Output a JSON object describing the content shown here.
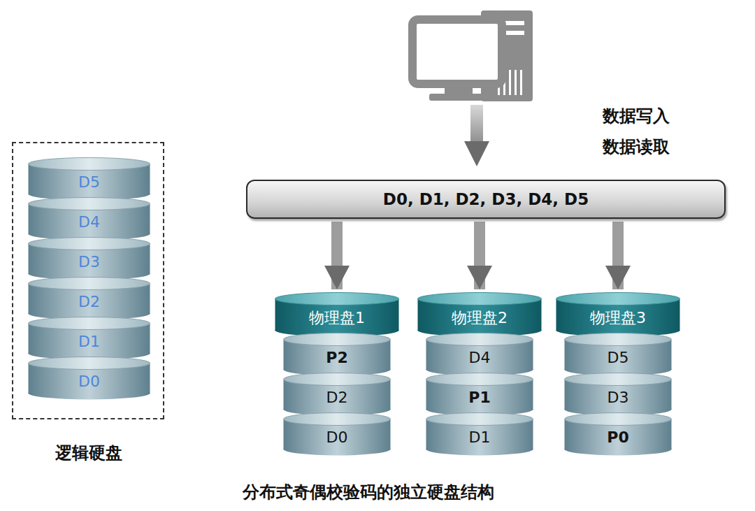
{
  "diagram": {
    "caption": "分布式奇偶校验码的独立硬盘结构",
    "nodes": [
      {
        "text": [
          "逻辑硬盘"
        ]
      },
      {
        "text": [
          "D5"
        ],
        "in": 0
      },
      {
        "text": [
          "D4"
        ],
        "in": 0
      },
      {
        "text": [
          "D3"
        ],
        "in": 0
      },
      {
        "text": [
          "D2"
        ],
        "in": 0
      },
      {
        "text": [
          "D1"
        ],
        "in": 0
      },
      {
        "text": [
          "D0"
        ],
        "in": 0
      },
      {
        "text": [
          "D0, D1, D2, D3, D4, D5"
        ]
      },
      {
        "text": [
          "物理盘1"
        ]
      },
      {
        "text": [
          "P2"
        ],
        "in": 8
      },
      {
        "text": [
          "D2"
        ],
        "in": 8
      },
      {
        "text": [
          "D0"
        ],
        "in": 8
      },
      {
        "text": [
          "物理盘2"
        ]
      },
      {
        "text": [
          "D4"
        ],
        "in": 12
      },
      {
        "text": [
          "P1"
        ],
        "in": 12
      },
      {
        "text": [
          "D1"
        ],
        "in": 12
      },
      {
        "text": [
          "物理盘3"
        ]
      },
      {
        "text": [
          "D5"
        ],
        "in": 16
      },
      {
        "text": [
          "D3"
        ],
        "in": 16
      },
      {
        "text": [
          "P0"
        ],
        "in": 16
      }
    ],
    "edges": [
      {
        "from": 7,
        "to": 8,
        "arrow": "to"
      },
      {
        "from": 7,
        "to": 12,
        "arrow": "to"
      },
      {
        "from": 7,
        "to": 16,
        "arrow": "to"
      }
    ],
    "labels": [
      "数据写入",
      "数据读取"
    ]
  }
}
